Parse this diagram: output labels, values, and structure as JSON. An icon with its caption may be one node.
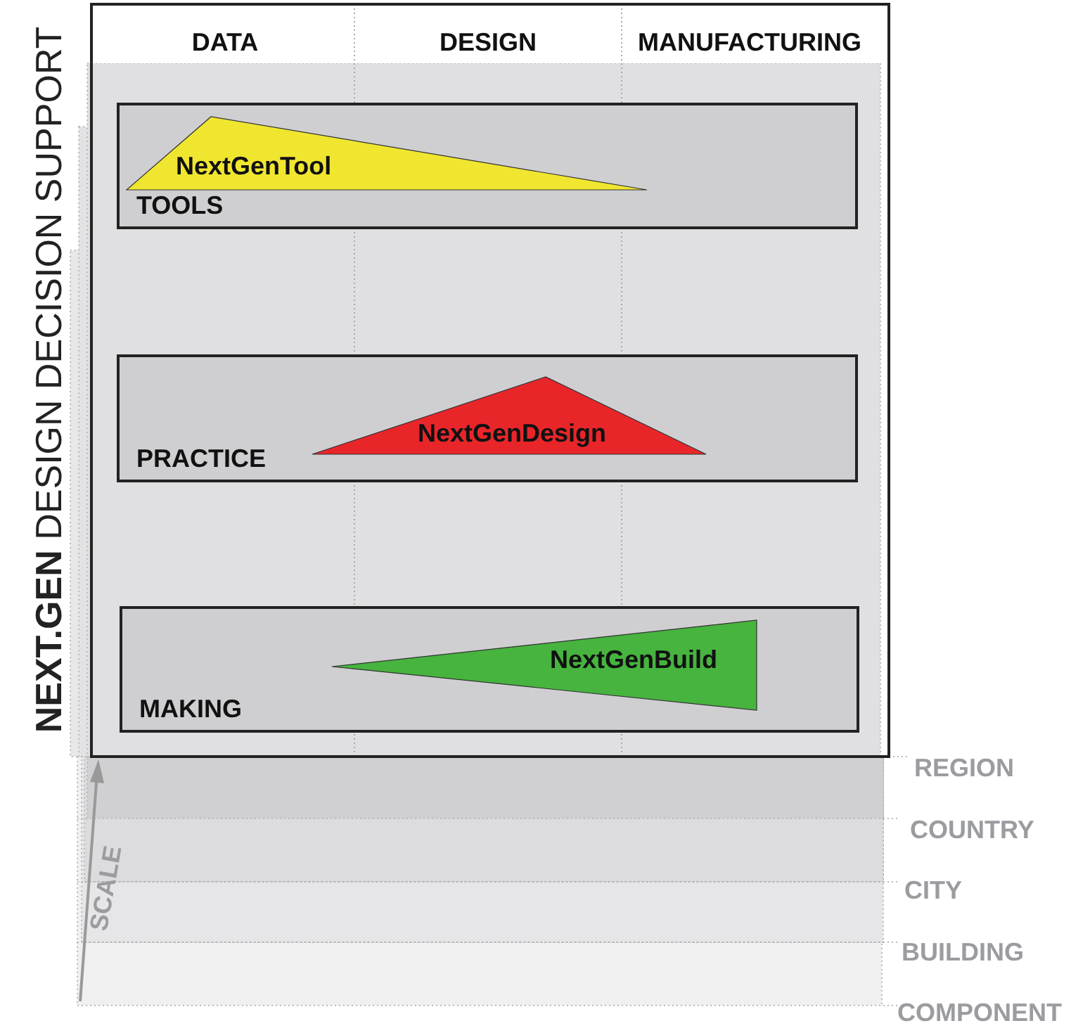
{
  "diagram": {
    "title": "**NEXT.GEN** DESIGN DECISION SUPPORT",
    "nodes": [
      {
        "text": [
          "TOOLS"
        ]
      },
      {
        "text": [
          "NextGenTool"
        ],
        "in": 0
      },
      {
        "text": [
          "PRACTICE"
        ]
      },
      {
        "text": [
          "NextGenDesign"
        ],
        "in": 2
      },
      {
        "text": [
          "MAKING"
        ]
      },
      {
        "text": [
          "NextGenBuild"
        ],
        "in": 4
      }
    ],
    "edges": [],
    "labels": [
      "DATA",
      "DESIGN",
      "MANUFACTURING",
      "SCALE",
      "REGION",
      "COUNTRY",
      "CITY",
      "BUILDING",
      "COMPONENT"
    ]
  }
}
